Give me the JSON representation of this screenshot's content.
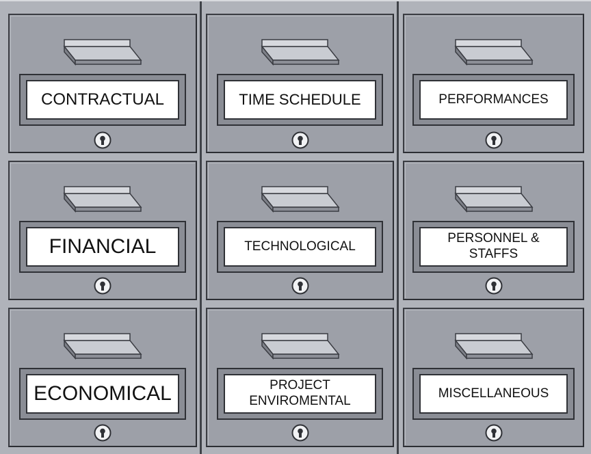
{
  "colors": {
    "cabinet": "#b0b3ba",
    "drawer_face": "#9da0a8",
    "label_card": "#ffffff",
    "outline": "#2f3136"
  },
  "drawers": [
    {
      "label": "CONTRACTUAL"
    },
    {
      "label": "TIME SCHEDULE"
    },
    {
      "label": "PERFORMANCES"
    },
    {
      "label": "FINANCIAL"
    },
    {
      "label": "TECHNOLOGICAL"
    },
    {
      "label": "PERSONNEL &\nSTAFFS"
    },
    {
      "label": "ECONOMICAL"
    },
    {
      "label": "PROJECT\nENVIROMENTAL"
    },
    {
      "label": "MISCELLANEOUS"
    }
  ],
  "icons": {
    "handle": "drawer-handle-icon",
    "lock": "keyhole-lock-icon"
  }
}
